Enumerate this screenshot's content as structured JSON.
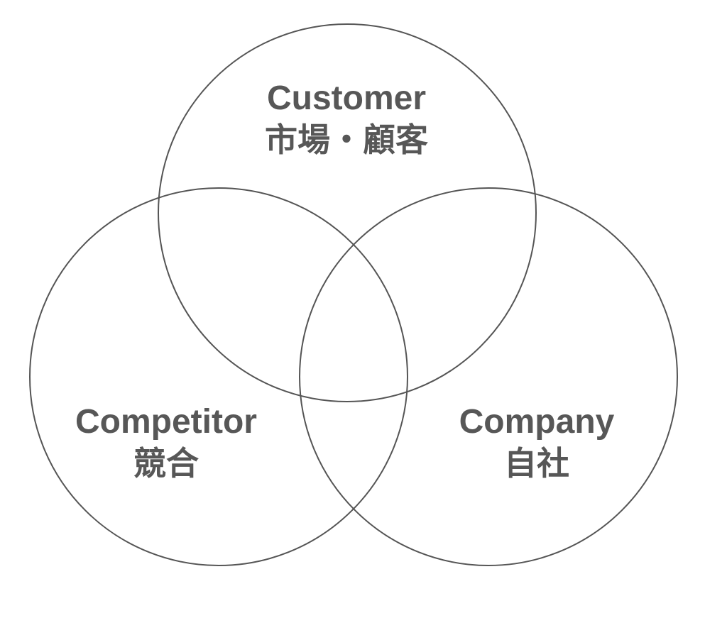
{
  "diagram": {
    "type": "venn-3c",
    "style": {
      "stroke_color": "#555555",
      "text_color": "#575757",
      "background": "#ffffff"
    },
    "sets": [
      {
        "id": "customer",
        "label_en": "Customer",
        "label_jp": "市場・顧客"
      },
      {
        "id": "competitor",
        "label_en": "Competitor",
        "label_jp": "競合"
      },
      {
        "id": "company",
        "label_en": "Company",
        "label_jp": "自社"
      }
    ]
  }
}
